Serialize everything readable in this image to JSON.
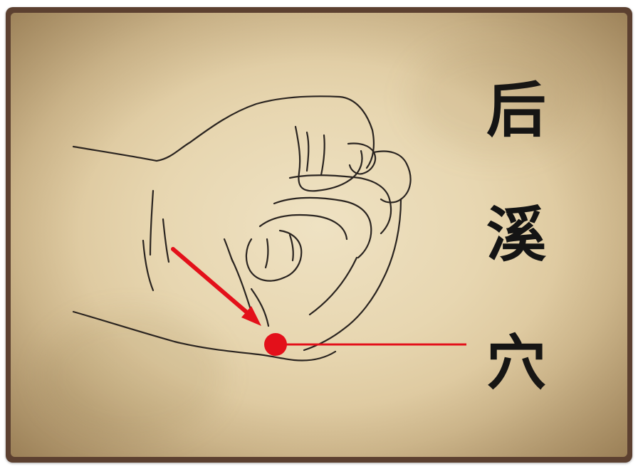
{
  "label": {
    "chars": [
      "后",
      "溪",
      "穴"
    ]
  },
  "colors": {
    "frame": "#5c4030",
    "parchment": "#e7d6b0",
    "ink": "#2a2420",
    "marker": "#e3101a"
  },
  "icons": [
    "acupoint-marker-icon",
    "pointer-arrow-icon"
  ]
}
